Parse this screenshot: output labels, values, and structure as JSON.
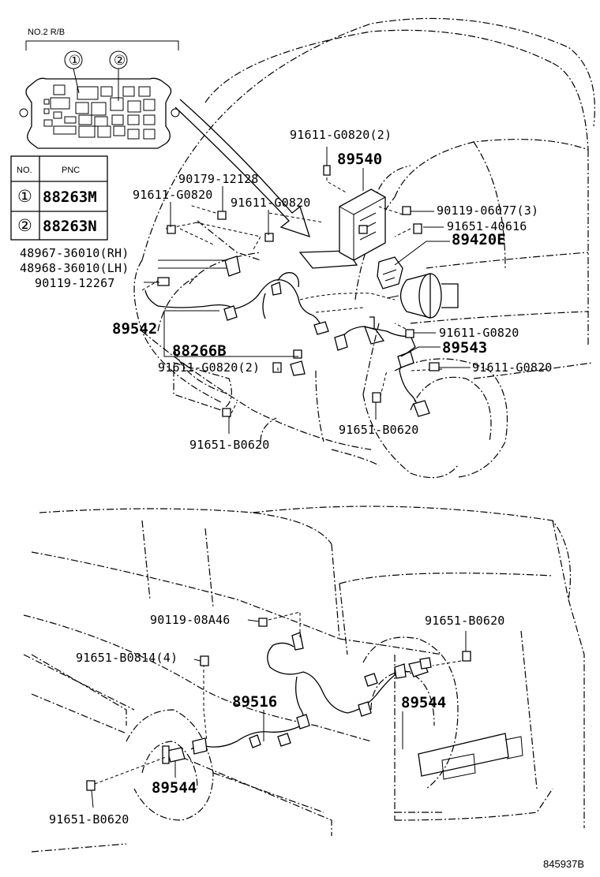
{
  "relay_box": {
    "title": "NO.2 R/B",
    "markers": [
      "①",
      "②"
    ]
  },
  "pnc_table": {
    "headers": [
      "NO.",
      "PNC"
    ],
    "rows": [
      {
        "no": "①",
        "pnc": "88263M"
      },
      {
        "no": "②",
        "pnc": "88263N"
      }
    ]
  },
  "labels": {
    "l_91611_g0820_2_top": "91611-G0820(2)",
    "l_89540": "89540",
    "l_90179_12128": "90179-12128",
    "l_91611_g0820_a": "91611-G0820",
    "l_91611_g0820_b": "91611-G0820",
    "l_90119_06077_3": "90119-06077(3)",
    "l_91651_40616": "91651-40616",
    "l_89420e": "89420E",
    "l_48967_36010_rh": "48967-36010(RH)",
    "l_48968_36010_lh": "48968-36010(LH)",
    "l_90119_12267": "90119-12267",
    "l_89542": "89542",
    "l_91611_g0820_c": "91611-G0820",
    "l_89543": "89543",
    "l_88266b": "88266B",
    "l_91611_g0820_2_mid": "91611-G0820(2)",
    "l_91611_g0820_d": "91611-G0820",
    "l_91651_b0620_a": "91651-B0620",
    "l_91651_b0620_b": "91651-B0620",
    "l_90119_08a46": "90119-08A46",
    "l_91651_b0620_c": "91651-B0620",
    "l_91651_b0814_4": "91651-B0814(4)",
    "l_89516": "89516",
    "l_89544_right": "89544",
    "l_89544_left": "89544",
    "l_91651_b0620_d": "91651-B0620",
    "figure_code": "845937B"
  }
}
